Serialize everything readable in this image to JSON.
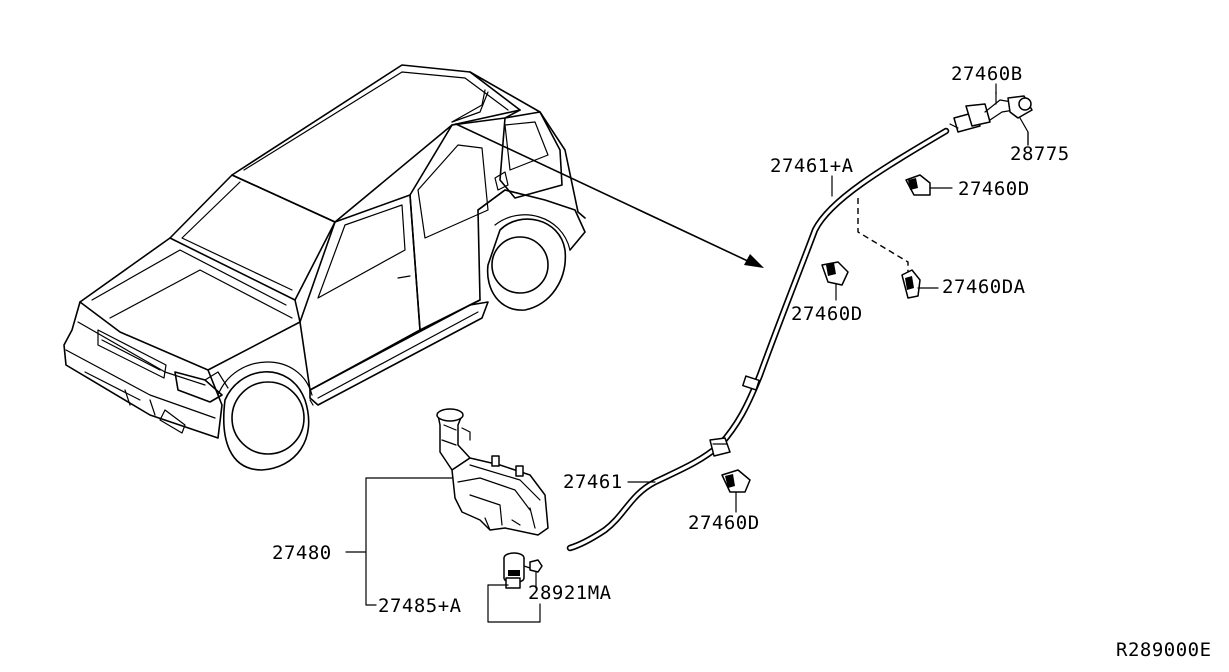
{
  "diagram": {
    "labels": {
      "p27460B": "27460B",
      "p28775": "28775",
      "p27461A": "27461+A",
      "p27460D_1": "27460D",
      "p27460DA": "27460DA",
      "p27460D_2": "27460D",
      "p27461": "27461",
      "p27460D_3": "27460D",
      "p27480": "27480",
      "p27485A": "27485+A",
      "p28921MA": "28921MA"
    },
    "reference_code": "R289000E"
  }
}
